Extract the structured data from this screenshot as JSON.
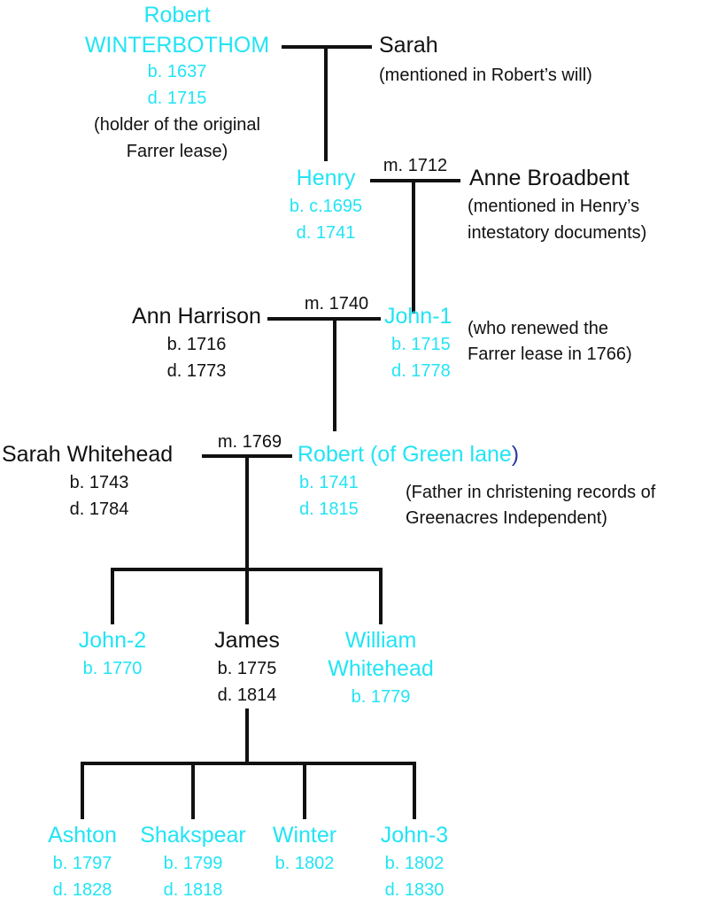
{
  "people": {
    "robert_w": {
      "l1": "Robert",
      "l2": "WINTERBOTHOM",
      "born": "b. 1637",
      "died": "d. 1715",
      "note1": "(holder of the original",
      "note2": "Farrer lease)"
    },
    "sarah": {
      "name": "Sarah",
      "note": "(mentioned in Robert’s will)"
    },
    "henry": {
      "name": "Henry",
      "born": "b.  c.1695",
      "died": "d. 1741"
    },
    "anne_broadbent": {
      "name": "Anne Broadbent",
      "note1": "(mentioned in Henry’s",
      "note2": "intestatory documents)"
    },
    "ann_harrison": {
      "name": "Ann Harrison",
      "born": "b. 1716",
      "died": "d. 1773"
    },
    "john1": {
      "name": "John-1",
      "born": "b. 1715",
      "died": "d. 1778",
      "note1": "(who renewed the",
      "note2": "Farrer lease in 1766)"
    },
    "sarah_whitehead": {
      "name": "Sarah Whitehead",
      "born": "b. 1743",
      "died": "d. 1784"
    },
    "robert_gl": {
      "name": "Robert (of Green lane",
      "paren": ")",
      "born": "b. 1741",
      "died": "d. 1815",
      "note1": "(Father in christening records of",
      "note2": "Greenacres Independent)"
    },
    "john2": {
      "name": "John-2",
      "born": "b. 1770"
    },
    "james": {
      "name": "James",
      "born": "b. 1775",
      "died": "d. 1814"
    },
    "william": {
      "l1": "William",
      "l2": "Whitehead",
      "born": "b. 1779"
    },
    "ashton": {
      "name": "Ashton",
      "born": "b. 1797",
      "died": "d. 1828"
    },
    "shakspear": {
      "name": "Shakspear",
      "born": "b. 1799",
      "died": "d. 1818"
    },
    "winter": {
      "name": "Winter",
      "born": "b. 1802"
    },
    "john3": {
      "name": "John-3",
      "born": "b. 1802",
      "died": "d. 1830"
    }
  },
  "marriages": {
    "henry_anne": "m. 1712",
    "ann_john1": "m. 1740",
    "sarah_robert": "m. 1769"
  },
  "colors": {
    "descendant": "#22e4f4",
    "spouse": "#111111",
    "lines": "#111111"
  }
}
